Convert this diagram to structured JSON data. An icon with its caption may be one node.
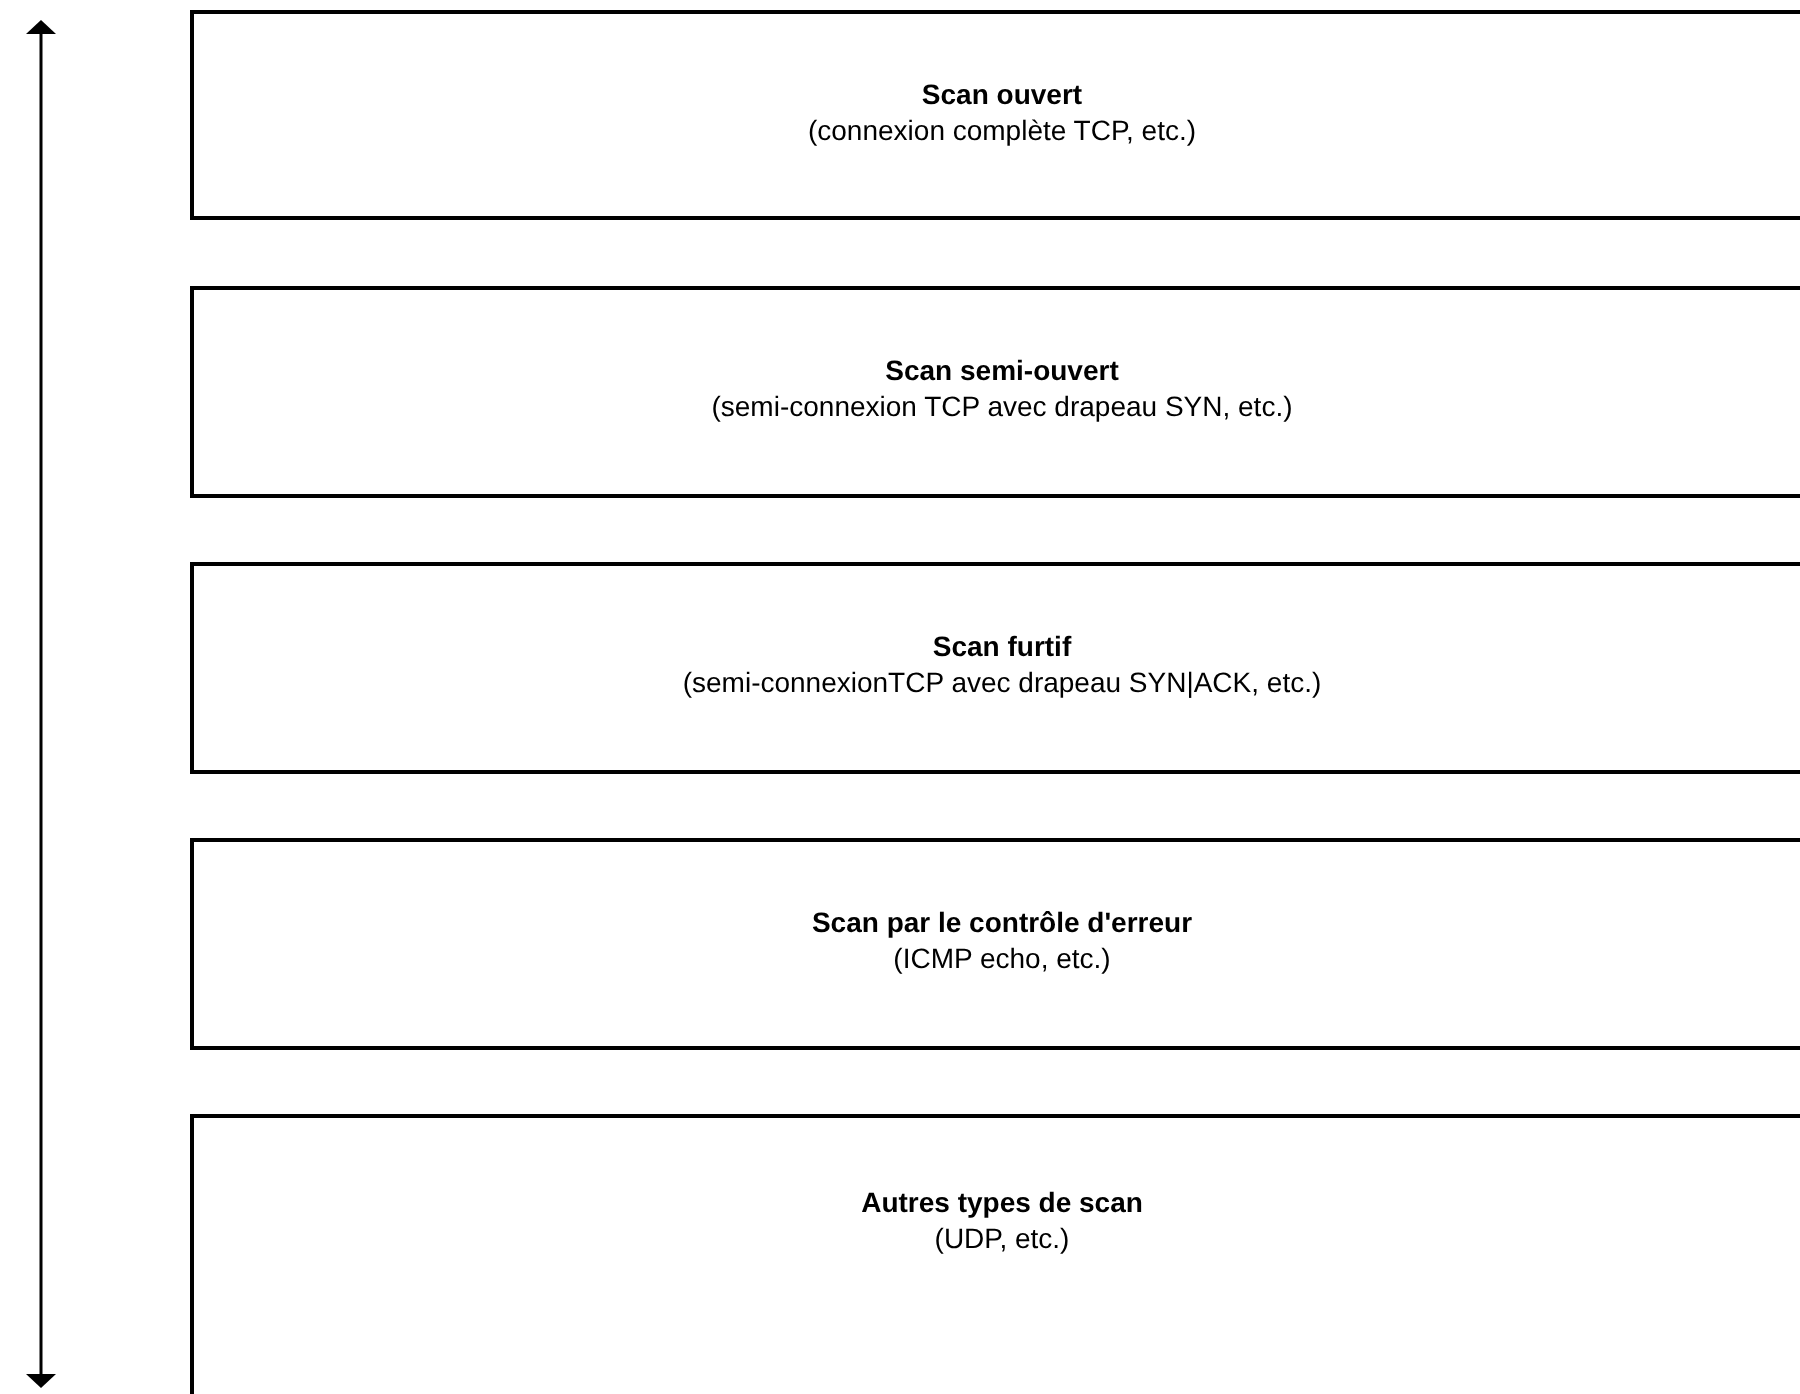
{
  "diagram": {
    "nodes": [
      {
        "text": [
          "Scan ouvert",
          "(connexion complète TCP, etc.)"
        ]
      },
      {
        "text": [
          "Scan semi-ouvert",
          "(semi-connexion TCP avec drapeau SYN, etc.)"
        ]
      },
      {
        "text": [
          "Scan furtif",
          "(semi-connexionTCP avec drapeau SYN|ACK, etc.)"
        ]
      },
      {
        "text": [
          "Scan par le contrôle d'erreur",
          "(ICMP echo, etc.)"
        ]
      },
      {
        "text": [
          "Autres types de scan",
          "(UDP, etc.)"
        ]
      }
    ]
  }
}
